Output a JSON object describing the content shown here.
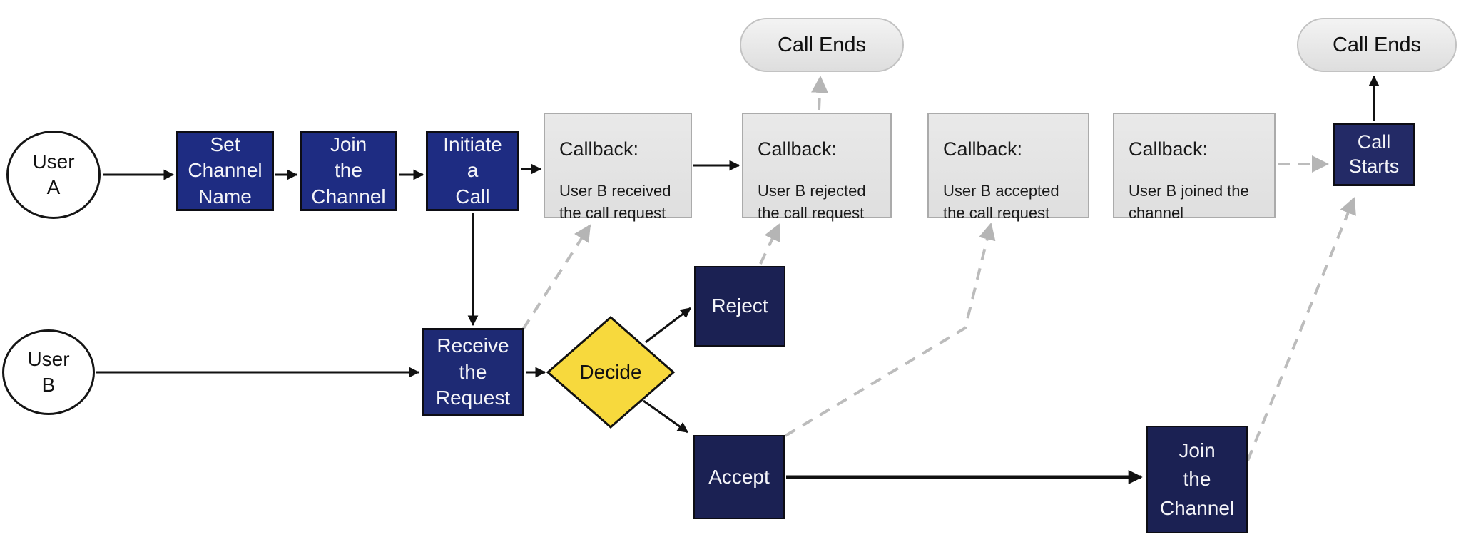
{
  "diagram": {
    "description": "Call flow diagram between User A and User B",
    "colors": {
      "navy_box": "#1e2c82",
      "navy_box_mid": "#1e2a74",
      "navy_box_dark": "#1b2153",
      "navy_box_starts": "#232a66",
      "decision_yellow": "#f7d93d",
      "callback_fill": "#e4e4e4",
      "callback_border": "#ababab",
      "pill_fill": "#e9e9e9",
      "pill_border": "#c2c2c2",
      "solid_arrow": "#111111",
      "dashed_arrow": "#bcbcbc"
    }
  },
  "nodes": {
    "user_a": {
      "label": "User\nA"
    },
    "user_b": {
      "label": "User\nB"
    },
    "set_channel_name": {
      "label": "Set\nChannel\nName"
    },
    "join_channel_top": {
      "label": "Join\nthe\nChannel"
    },
    "initiate_call": {
      "label": "Initiate\na\nCall"
    },
    "callback_received": {
      "title": "Callback:",
      "body": "User B received\nthe call request"
    },
    "callback_rejected": {
      "title": "Callback:",
      "body": "User B rejected\nthe call request"
    },
    "callback_accepted": {
      "title": "Callback:",
      "body": "User B accepted\nthe call request"
    },
    "callback_joined": {
      "title": "Callback:",
      "body": "User B joined the\nchannel"
    },
    "call_ends_mid": {
      "label": "Call Ends"
    },
    "call_ends_right": {
      "label": "Call Ends"
    },
    "call_starts": {
      "label": "Call\nStarts"
    },
    "receive_request": {
      "label": "Receive\nthe\nRequest"
    },
    "decide": {
      "label": "Decide"
    },
    "reject": {
      "label": "Reject"
    },
    "accept": {
      "label": "Accept"
    },
    "join_channel_bottom": {
      "label": "Join\nthe\nChannel"
    }
  }
}
